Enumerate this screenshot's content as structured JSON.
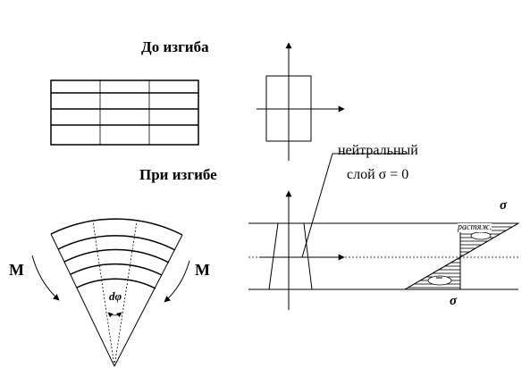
{
  "labels": {
    "before_bending": "До изгиба",
    "during_bending": "При изгибе",
    "neutral_layer_line1": "нейтральный",
    "neutral_layer_line2": "слой σ = 0",
    "moment_left": "M",
    "moment_right": "M",
    "angle": "dφ",
    "sigma_top": "σ",
    "sigma_bottom": "σ",
    "tension_label": "растяж.",
    "minus_sign": "−"
  }
}
